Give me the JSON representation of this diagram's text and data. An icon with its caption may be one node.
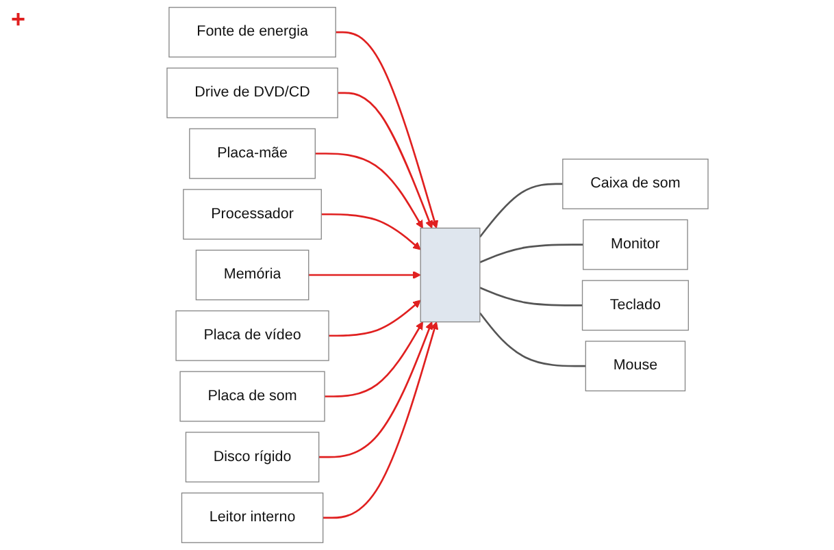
{
  "diagram": {
    "nodes": [
      {
        "text": [],
        "shape": "box"
      },
      {
        "text": [
          "Fonte de energia"
        ]
      },
      {
        "text": [
          "Drive de DVD/CD"
        ]
      },
      {
        "text": [
          "Placa-mãe"
        ]
      },
      {
        "text": [
          "Processador"
        ]
      },
      {
        "text": [
          "Memória"
        ]
      },
      {
        "text": [
          "Placa de vídeo"
        ]
      },
      {
        "text": [
          "Placa de som"
        ]
      },
      {
        "text": [
          "Disco rígido"
        ]
      },
      {
        "text": [
          "Leitor interno"
        ]
      },
      {
        "text": [
          "Caixa de som"
        ]
      },
      {
        "text": [
          "Monitor"
        ]
      },
      {
        "text": [
          "Teclado"
        ]
      },
      {
        "text": [
          "Mouse"
        ]
      }
    ],
    "edges": [
      {
        "from": 1,
        "to": 0,
        "arrow": "to"
      },
      {
        "from": 2,
        "to": 0,
        "arrow": "to"
      },
      {
        "from": 3,
        "to": 0,
        "arrow": "to"
      },
      {
        "from": 4,
        "to": 0,
        "arrow": "to"
      },
      {
        "from": 5,
        "to": 0,
        "arrow": "to"
      },
      {
        "from": 6,
        "to": 0,
        "arrow": "to"
      },
      {
        "from": 7,
        "to": 0,
        "arrow": "to"
      },
      {
        "from": 8,
        "to": 0,
        "arrow": "to"
      },
      {
        "from": 9,
        "to": 0,
        "arrow": "to"
      },
      {
        "from": 0,
        "to": 10,
        "arrow": "none",
        "color": "#555555"
      },
      {
        "from": 0,
        "to": 11,
        "arrow": "none",
        "color": "#555555"
      },
      {
        "from": 0,
        "to": 12,
        "arrow": "none",
        "color": "#555555"
      },
      {
        "from": 0,
        "to": 13,
        "arrow": "none",
        "color": "#555555"
      }
    ],
    "labels": [
      "+"
    ]
  }
}
